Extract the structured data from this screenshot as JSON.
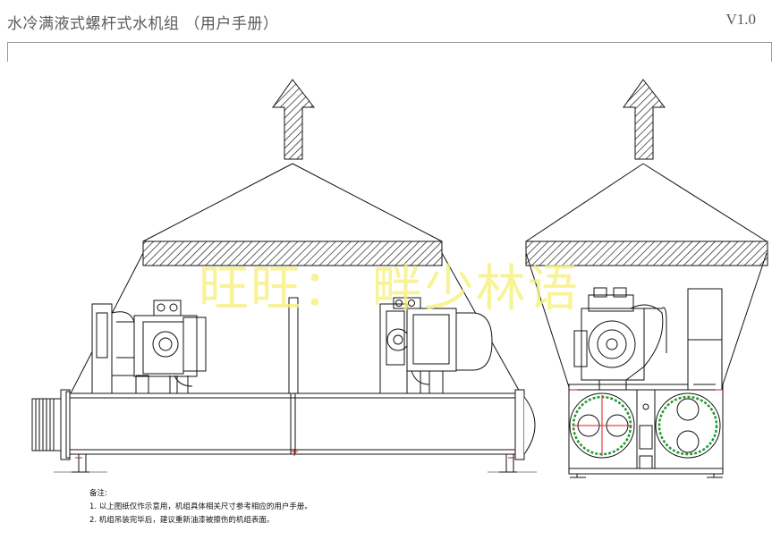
{
  "header": {
    "title": "水冷满液式螺杆式水机组 （用户手册）",
    "version": "V1.0"
  },
  "watermark": {
    "text": "旺旺：  畔少林语"
  },
  "notes": {
    "heading": "备注:",
    "items": [
      "1. 以上图纸仅作示意用，机组具体相关尺寸参考相应的用户手册。",
      "2. 机组吊装完毕后，建议重新油漆被擦伤的机组表面。"
    ]
  },
  "colors": {
    "line": "#111111",
    "text_gray": "#5a5a5a",
    "watermark": "#f6f078",
    "tube_ring": "#1f9a2e",
    "marker": "#d02020"
  }
}
